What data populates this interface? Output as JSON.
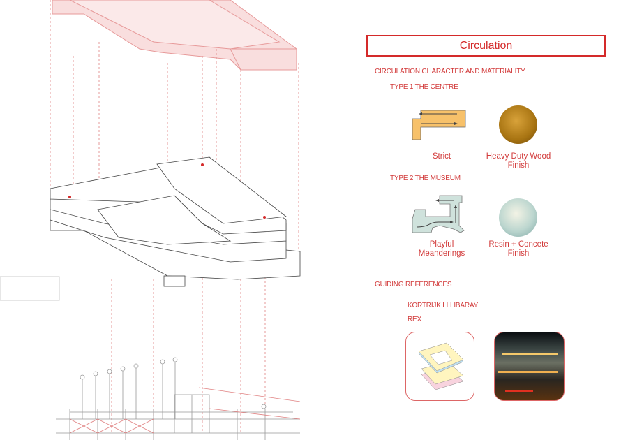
{
  "title": "Circulation",
  "section_heading": "CIRCULATION CHARACTER AND MATERIALITY",
  "types": [
    {
      "heading": "TYPE 1 THE CENTRE",
      "pattern_label": "Strict",
      "material_label_line1": "Heavy Duty Wood",
      "material_label_line2": "Finish"
    },
    {
      "heading": "TYPE 2 THE MUSEUM",
      "pattern_label_line1": "Playful",
      "pattern_label_line2": "Meanderings",
      "material_label_line1": "Resin + Concete",
      "material_label_line2": "Finish"
    }
  ],
  "references": {
    "heading": "GUIDING REFERENCES",
    "items": [
      "KORTRIJK LLLIBARAY",
      "REX"
    ]
  },
  "colors": {
    "accent": "#d42a2a",
    "strict_fill": "#f7c16a",
    "museum_fill": "#cfe2dc"
  }
}
